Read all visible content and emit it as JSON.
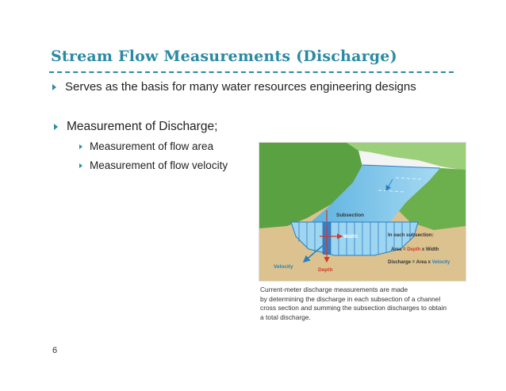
{
  "slide": {
    "title": "Stream Flow Measurements  (Discharge)",
    "bullets": [
      "Serves as the basis for many water resources engineering designs",
      "Measurement of Discharge;",
      "Measurement of flow area",
      "Measurement of flow velocity"
    ],
    "page_number": "6"
  },
  "figure": {
    "labels": {
      "subsection": "Subsection",
      "width": "Width",
      "velocity": "Velocity",
      "depth": "Depth",
      "in_each_subsection": "In each subsection:",
      "area_prefix": "Area = ",
      "area_depth": "Depth",
      "area_suffix": " x Width",
      "discharge_prefix": "Discharge = Area x ",
      "discharge_velocity": "Velocity"
    },
    "caption_lines": [
      "Current-meter discharge measurements are made",
      "by determining the discharge in each subsection of a channel",
      "cross section and summing the subsection discharges to obtain",
      "a total discharge."
    ],
    "colors": {
      "title": "#2b8aa3",
      "hill": "#5aa142",
      "soil": "#dcc28e",
      "water": "#7cc3e8",
      "label_red": "#d23a2a",
      "label_blue": "#2a7fc1"
    }
  }
}
